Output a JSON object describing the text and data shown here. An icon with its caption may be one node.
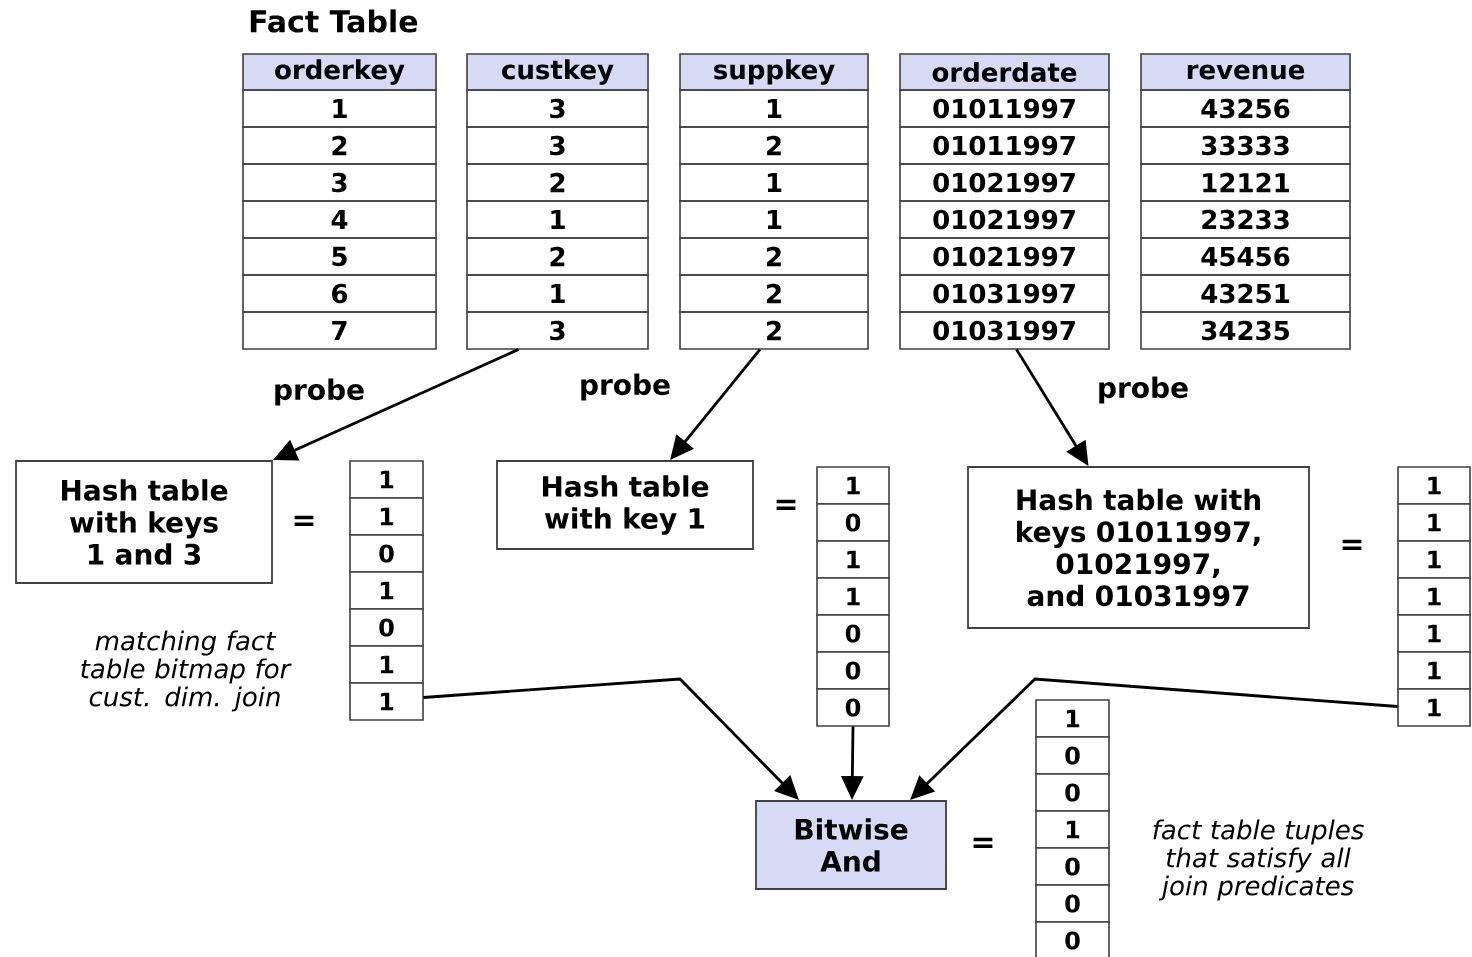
{
  "diagram": {
    "title": "Fact Table",
    "nodes": [
      {
        "text": [
          "orderkey",
          "1",
          "2",
          "3",
          "4",
          "5",
          "6",
          "7"
        ]
      },
      {
        "text": [
          "custkey",
          "3",
          "3",
          "2",
          "1",
          "2",
          "1",
          "3"
        ]
      },
      {
        "text": [
          "suppkey",
          "1",
          "2",
          "1",
          "1",
          "2",
          "2",
          "2"
        ]
      },
      {
        "text": [
          "orderdate",
          "01011997",
          "01011997",
          "01021997",
          "01021997",
          "01021997",
          "01031997",
          "01031997"
        ]
      },
      {
        "text": [
          "revenue",
          "43256",
          "33333",
          "12121",
          "23233",
          "45456",
          "43251",
          "34235"
        ]
      },
      {
        "text": [
          "Hash table with keys 1 and 3"
        ]
      },
      {
        "text": [
          "1",
          "1",
          "0",
          "1",
          "0",
          "1",
          "1"
        ],
        "beside": [
          "matching fact table bitmap for cust. dim. join"
        ]
      },
      {
        "text": [
          "Hash table with key 1"
        ]
      },
      {
        "text": [
          "1",
          "0",
          "1",
          "1",
          "0",
          "0",
          "0"
        ]
      },
      {
        "text": [
          "Hash table with keys 01011997, 01021997, and 01031997"
        ]
      },
      {
        "text": [
          "1",
          "1",
          "1",
          "1",
          "1",
          "1",
          "1"
        ]
      },
      {
        "text": [
          "Bitwise And"
        ]
      },
      {
        "text": [
          "1",
          "0",
          "0",
          "1",
          "0",
          "0",
          "0"
        ],
        "beside": [
          "fact table tuples that satisfy all join predicates"
        ]
      }
    ],
    "edges": [
      {
        "from": 1,
        "to": 5,
        "arrow": "to",
        "label": "probe"
      },
      {
        "from": 2,
        "to": 7,
        "arrow": "to",
        "label": "probe"
      },
      {
        "from": 3,
        "to": 9,
        "arrow": "to",
        "label": "probe"
      },
      {
        "from": 6,
        "to": 11,
        "arrow": "to"
      },
      {
        "from": 8,
        "to": 11,
        "arrow": "to"
      },
      {
        "from": 10,
        "to": 11,
        "arrow": "to"
      }
    ],
    "labels": [
      "=",
      "=",
      "=",
      "="
    ]
  }
}
